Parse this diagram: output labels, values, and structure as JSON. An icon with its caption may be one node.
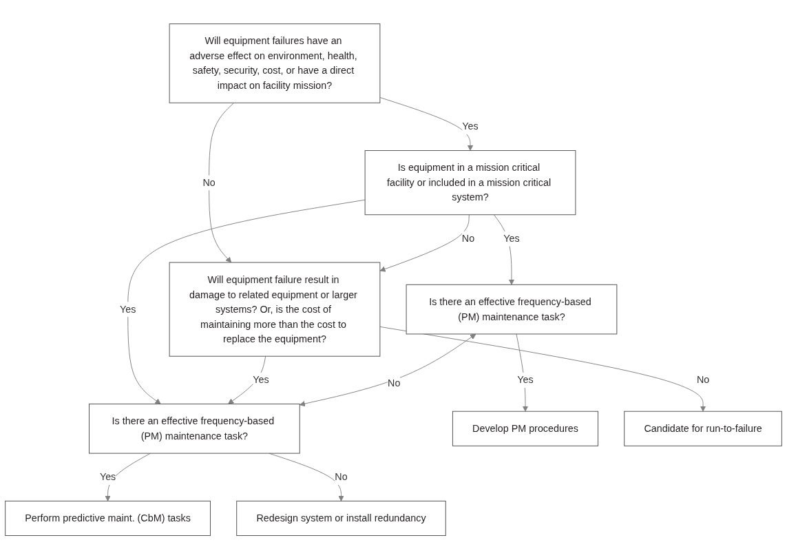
{
  "diagram": {
    "nodes": [
      {
        "text": [
          "Will equipment failures have an adverse effect on environment, health, safety, security, cost, or have a direct impact on facility mission?"
        ]
      },
      {
        "text": [
          "Is equipment in a mission critical facility or included in a mission critical system?"
        ]
      },
      {
        "text": [
          "Will equipment failure result in damage to related equipment or larger systems? Or, is the cost of maintaining more than the cost to replace the equipment?"
        ]
      },
      {
        "text": [
          "Is there an effective frequency-based (PM) maintenance task?"
        ]
      },
      {
        "text": [
          "Is there an effective frequency-based (PM) maintenance task?"
        ]
      },
      {
        "text": [
          "Develop PM procedures"
        ]
      },
      {
        "text": [
          "Perform predictive maint. (CbM) tasks"
        ]
      },
      {
        "text": [
          "Redesign system or install redundancy"
        ]
      },
      {
        "text": [
          "Candidate for run-to-failure"
        ]
      }
    ],
    "edges": [
      {
        "from": 0,
        "to": 1,
        "arrow": "to",
        "label": "Yes"
      },
      {
        "from": 0,
        "to": 2,
        "arrow": "to",
        "label": "No"
      },
      {
        "from": 1,
        "to": 2,
        "arrow": "to",
        "label": "No"
      },
      {
        "from": 1,
        "to": 3,
        "arrow": "to",
        "label": "Yes"
      },
      {
        "from": 1,
        "to": 4,
        "arrow": "to",
        "label": "Yes"
      },
      {
        "from": 2,
        "to": 4,
        "arrow": "to",
        "label": "Yes"
      },
      {
        "from": 3,
        "to": 4,
        "arrow": "both",
        "label": "No"
      },
      {
        "from": 3,
        "to": 5,
        "arrow": "to",
        "label": "Yes"
      },
      {
        "from": 4,
        "to": 6,
        "arrow": "to",
        "label": "Yes"
      },
      {
        "from": 4,
        "to": 7,
        "arrow": "to",
        "label": "No"
      },
      {
        "from": 2,
        "to": 8,
        "arrow": "to",
        "label": "No"
      }
    ]
  }
}
